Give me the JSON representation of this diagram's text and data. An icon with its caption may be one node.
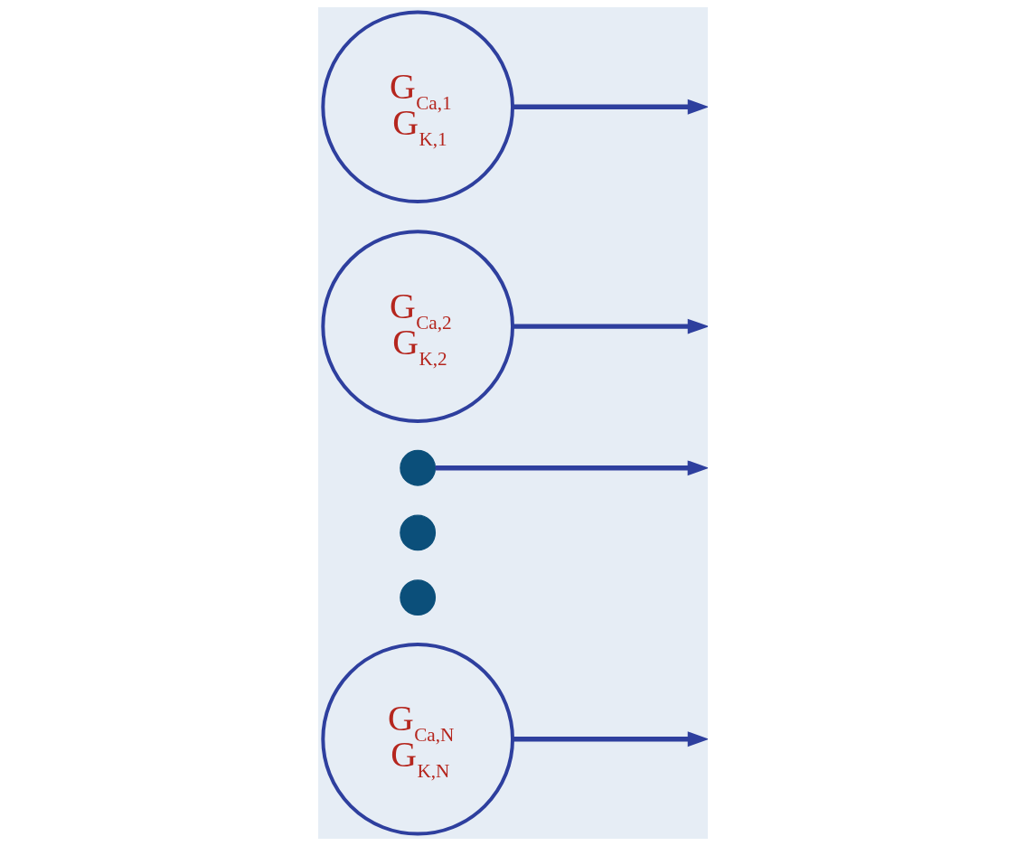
{
  "diagram": {
    "nodes": [
      {
        "text": [
          "G$_{Ca,1}$",
          "G$_{K,1}$"
        ]
      },
      {
        "text": [
          "G$_{Ca,2}$",
          "G$_{K,2}$"
        ]
      },
      {
        "text": [],
        "shape": "circle"
      },
      {
        "text": [],
        "shape": "circle"
      },
      {
        "text": [],
        "shape": "circle"
      },
      {
        "text": [
          "G$_{Ca,N}$",
          "G$_{K,N}$"
        ]
      }
    ],
    "edges": [
      {
        "from": 0,
        "to": null,
        "arrow": "to"
      },
      {
        "from": 1,
        "to": null,
        "arrow": "to"
      },
      {
        "from": 2,
        "to": null,
        "arrow": "to"
      },
      {
        "from": 5,
        "to": null,
        "arrow": "to"
      }
    ]
  }
}
